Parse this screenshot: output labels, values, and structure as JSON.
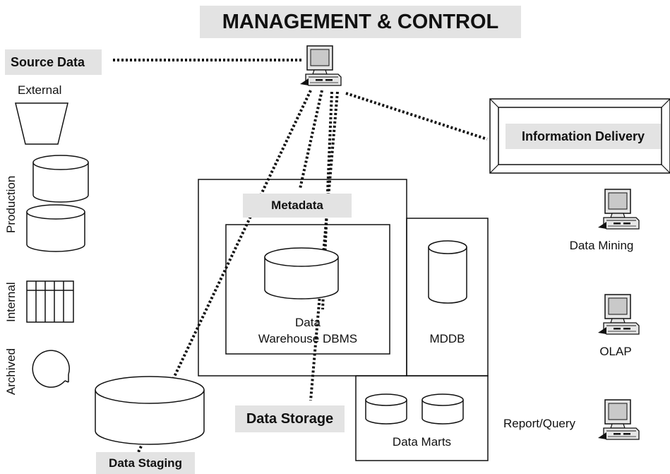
{
  "title": "MANAGEMENT & CONTROL",
  "sections": {
    "source_data": "Source Data",
    "information_delivery": "Information Delivery",
    "metadata": "Metadata",
    "data_storage": "Data Storage",
    "data_staging": "Data Staging"
  },
  "sources": {
    "external": "External",
    "production": "Production",
    "internal": "Internal",
    "archived": "Archived"
  },
  "storage": {
    "dw_line1": "Data",
    "dw_line2": "Warehouse DBMS",
    "mddb": "MDDB",
    "data_marts": "Data Marts"
  },
  "delivery": {
    "data_mining": "Data Mining",
    "olap": "OLAP",
    "report_query": "Report/Query"
  },
  "colors": {
    "label_background": "#e3e3e3",
    "stroke": "#111111",
    "monitor_screen": "#c9c9c9",
    "computer_body": "#e6e6e6"
  }
}
